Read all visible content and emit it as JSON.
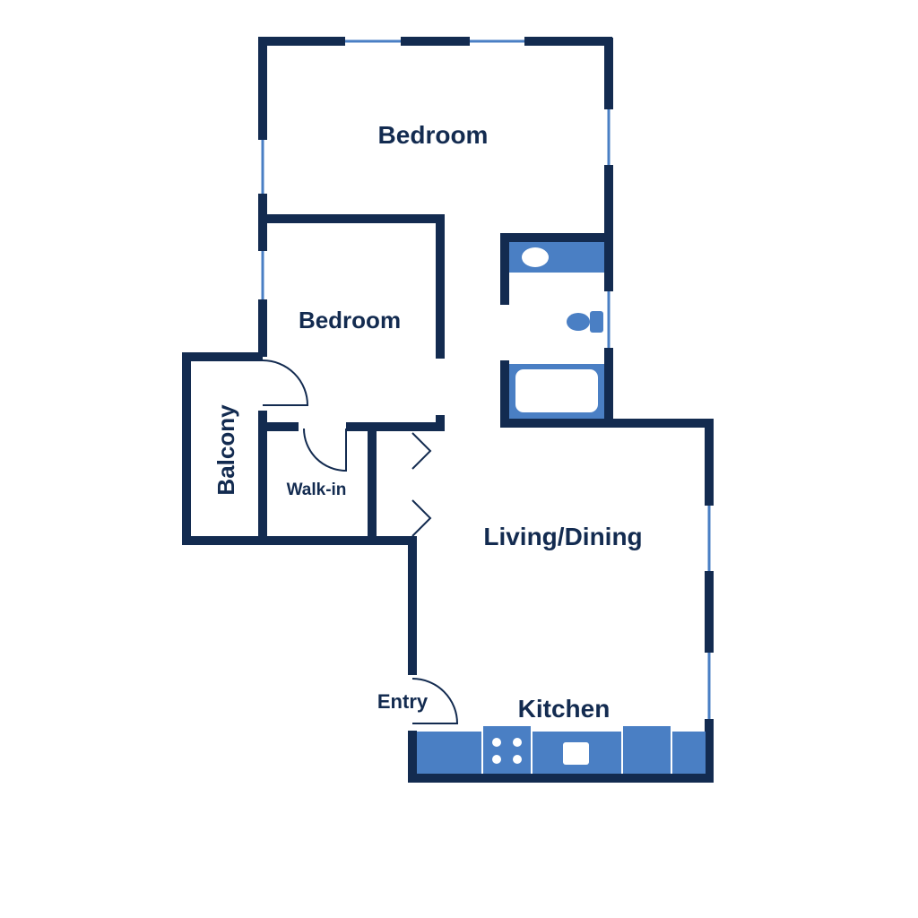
{
  "plan": {
    "rooms": {
      "bedroom_large": "Bedroom",
      "bedroom_small": "Bedroom",
      "balcony": "Balcony",
      "walk_in": "Walk-in",
      "living_dining": "Living/Dining",
      "entry": "Entry",
      "kitchen": "Kitchen"
    }
  },
  "colors": {
    "wall": "#132b50",
    "window": "#4a7fc4",
    "fixture": "#4a7fc4",
    "background": "#ffffff"
  },
  "icons": {
    "toilet": "toilet-icon",
    "bathtub": "bathtub-icon",
    "sink": "sink-icon",
    "stove": "stove-icon"
  }
}
